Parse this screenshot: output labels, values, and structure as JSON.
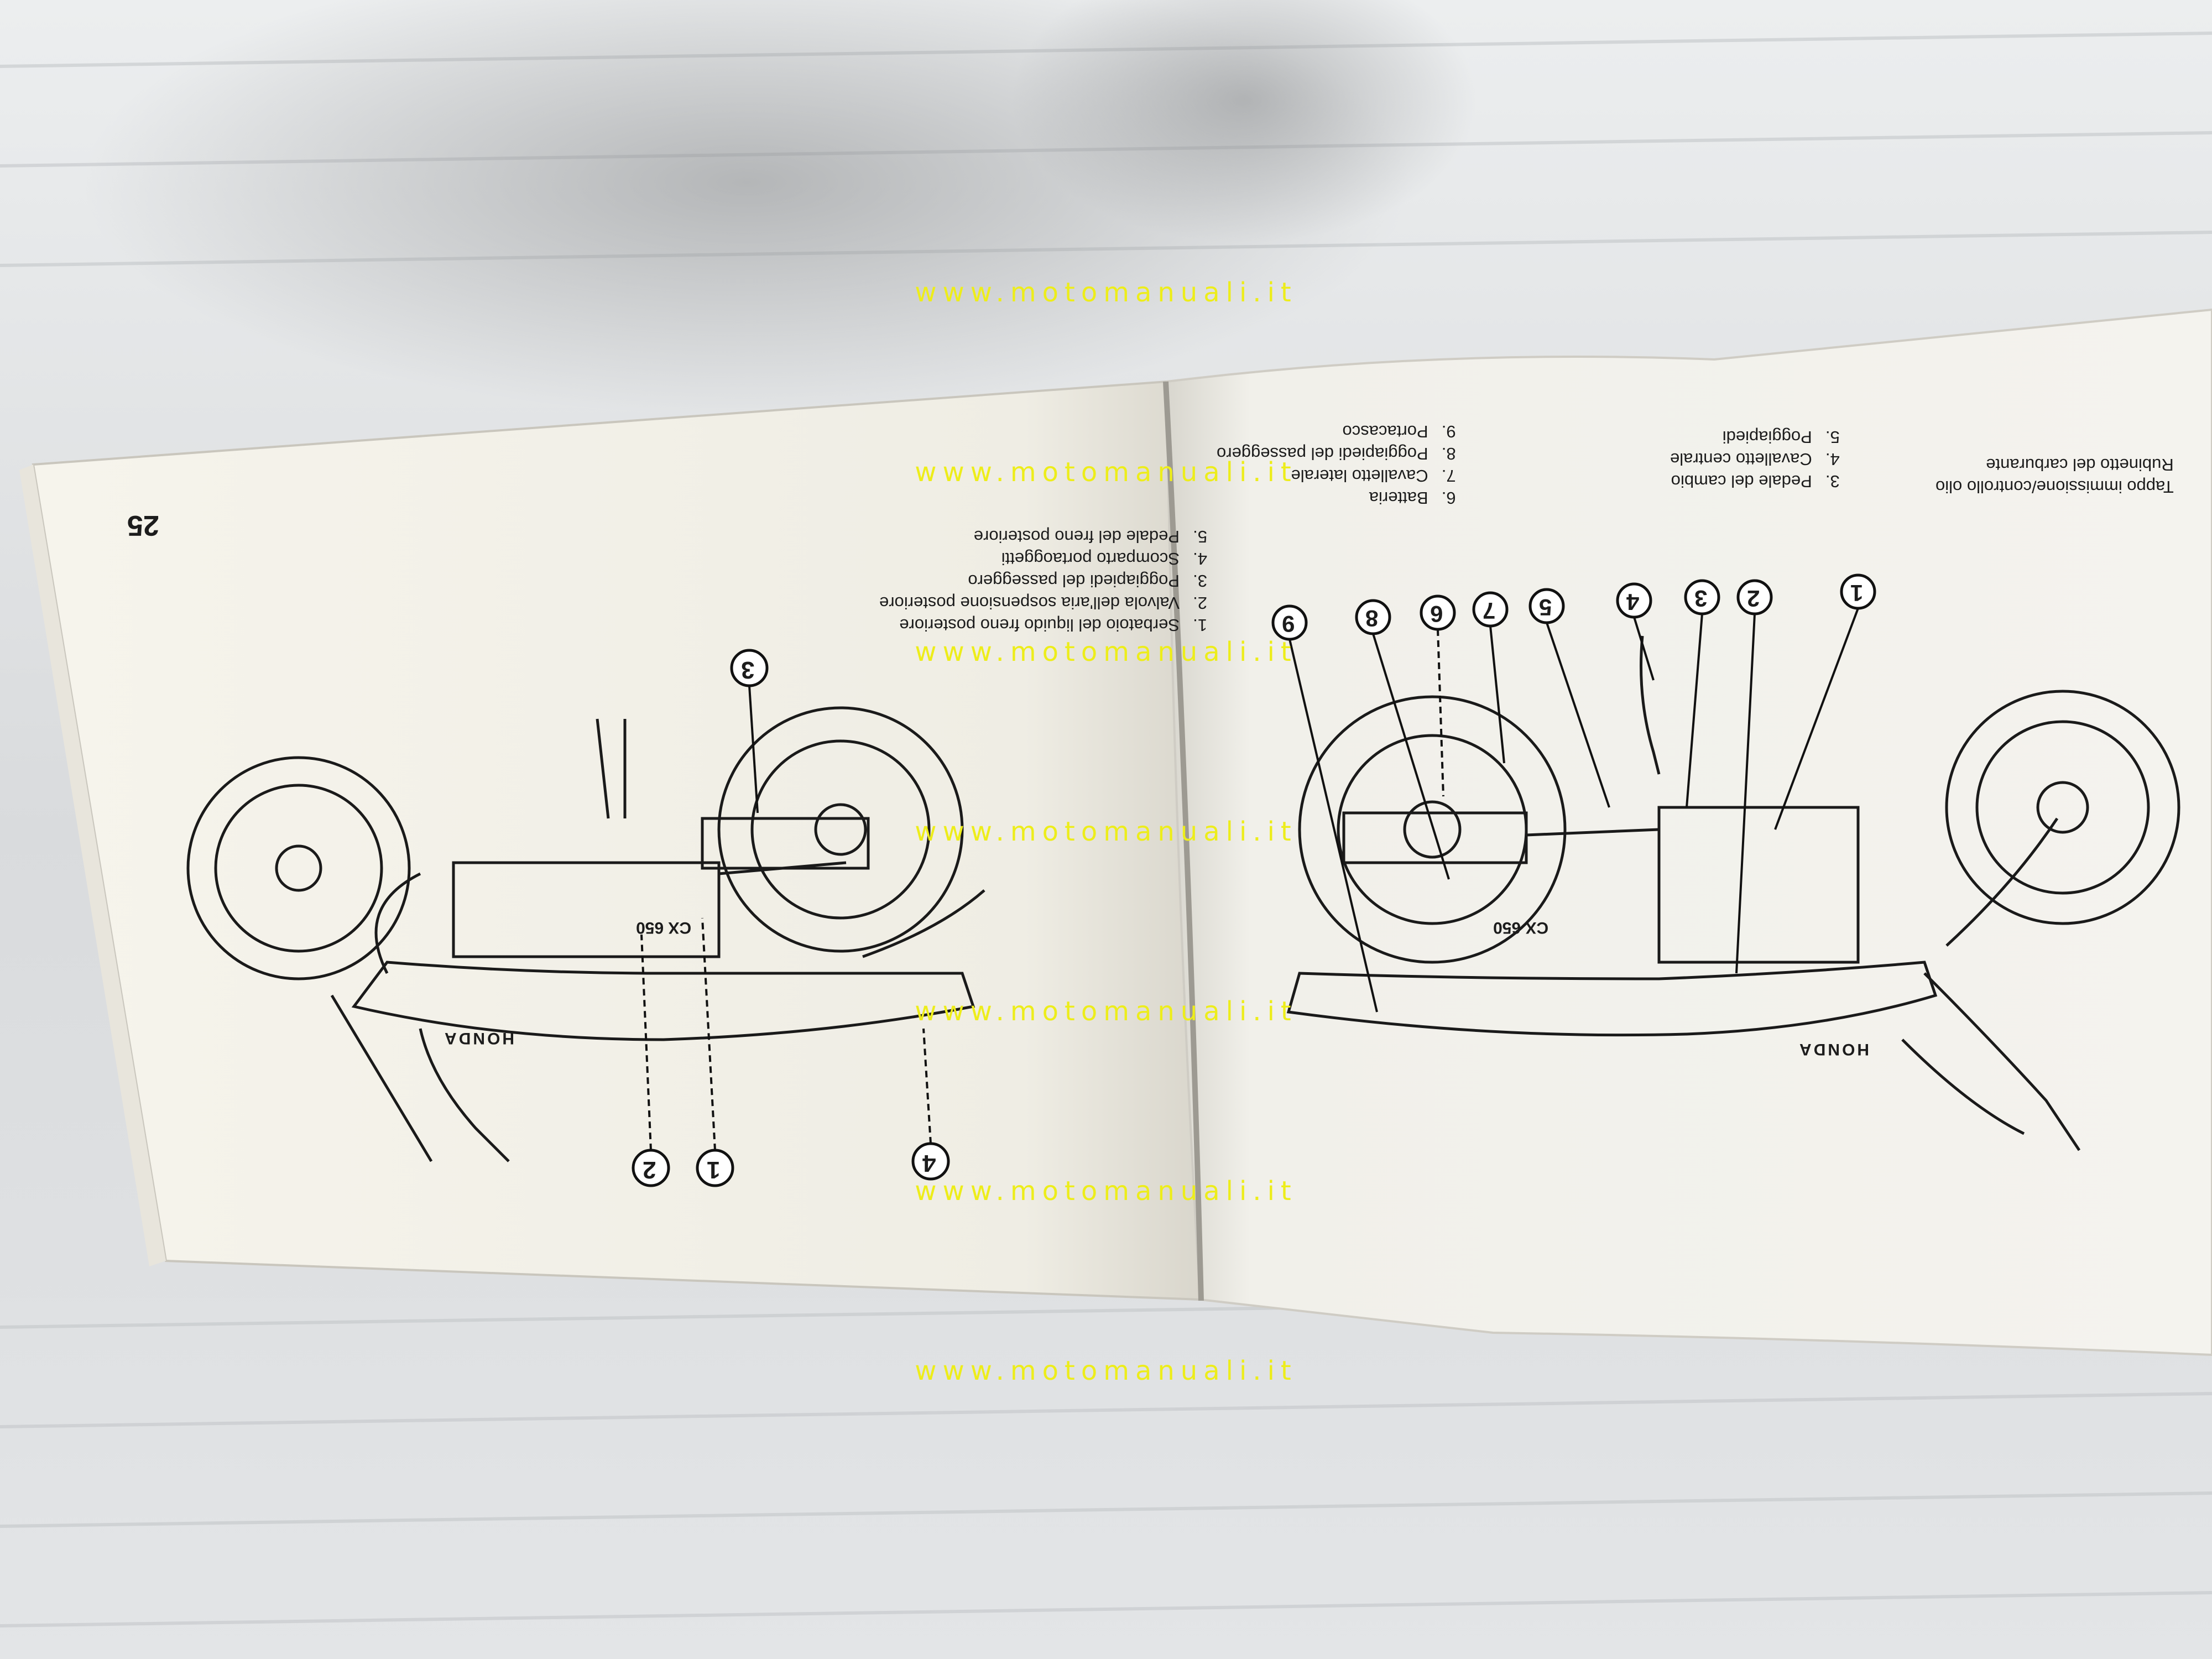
{
  "watermark": "www.motomanuali.it",
  "left_page": {
    "page_number": "25",
    "legend": [
      {
        "num": "1.",
        "text": "Serbatoio del liquido freno posteriore"
      },
      {
        "num": "2.",
        "text": "Valvola dell'aria sospensione posteriore"
      },
      {
        "num": "3.",
        "text": "Poggiapiedi del passeggero"
      },
      {
        "num": "4.",
        "text": "Scomparto portaoggetti"
      },
      {
        "num": "5.",
        "text": "Pedale del freno posteriore"
      }
    ],
    "callouts": [
      "1",
      "2",
      "3",
      "4"
    ],
    "badge_text": "CX 650",
    "brand_text": "HONDA"
  },
  "right_page": {
    "legend_col1": [
      {
        "num": "",
        "text": "Tappo immissione/controllo olio"
      },
      {
        "num": "",
        "text": "Rubinetto del carburante"
      }
    ],
    "legend_col2": [
      {
        "num": "3.",
        "text": "Pedale del cambio"
      },
      {
        "num": "4.",
        "text": "Cavalletto centrale"
      },
      {
        "num": "5.",
        "text": "Poggiapiedi"
      }
    ],
    "legend_col3": [
      {
        "num": "6.",
        "text": "Batteria"
      },
      {
        "num": "7.",
        "text": "Cavalletto laterale"
      },
      {
        "num": "8.",
        "text": "Poggiapiedi del passeggero"
      },
      {
        "num": "9.",
        "text": "Portacasco"
      }
    ],
    "callouts": [
      "1",
      "2",
      "3",
      "4",
      "5",
      "6",
      "7",
      "8",
      "9"
    ],
    "badge_text": "CX 650",
    "brand_text": "HONDA"
  },
  "colors": {
    "background": "#d6d8da",
    "paper": "#f3f1ea",
    "ink": "#1c1c1c",
    "watermark": "#eded1a"
  }
}
